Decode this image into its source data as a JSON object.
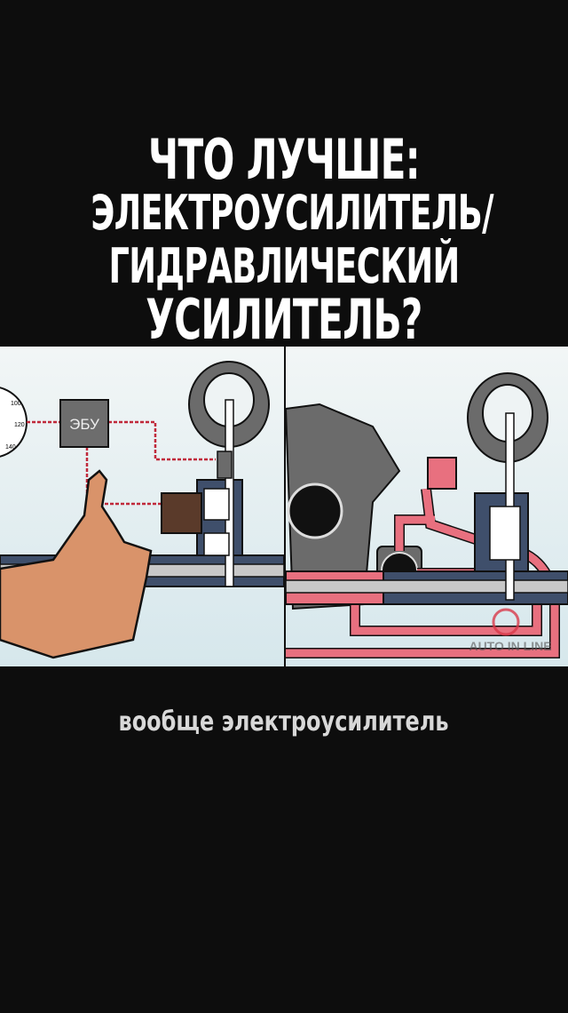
{
  "title": {
    "lines": [
      "ЧТО ЛУЧШЕ:",
      "ЭЛЕКТРОУСИЛИТЕЛЬ/",
      "ГИДРАВЛИЧЕСКИЙ",
      "УСИЛИТЕЛЬ?"
    ]
  },
  "illustration": {
    "ecu_label": "ЭБУ",
    "speedometer_ticks": [
      "100",
      "120",
      "140"
    ],
    "watermark": "AUTO IN LINE",
    "colors": {
      "fluid": "#e8707f",
      "housing": "#3f4f6b",
      "gray": "#6b6b6b",
      "background": "#eef3f4"
    }
  },
  "caption": "вообще электроусилитель"
}
